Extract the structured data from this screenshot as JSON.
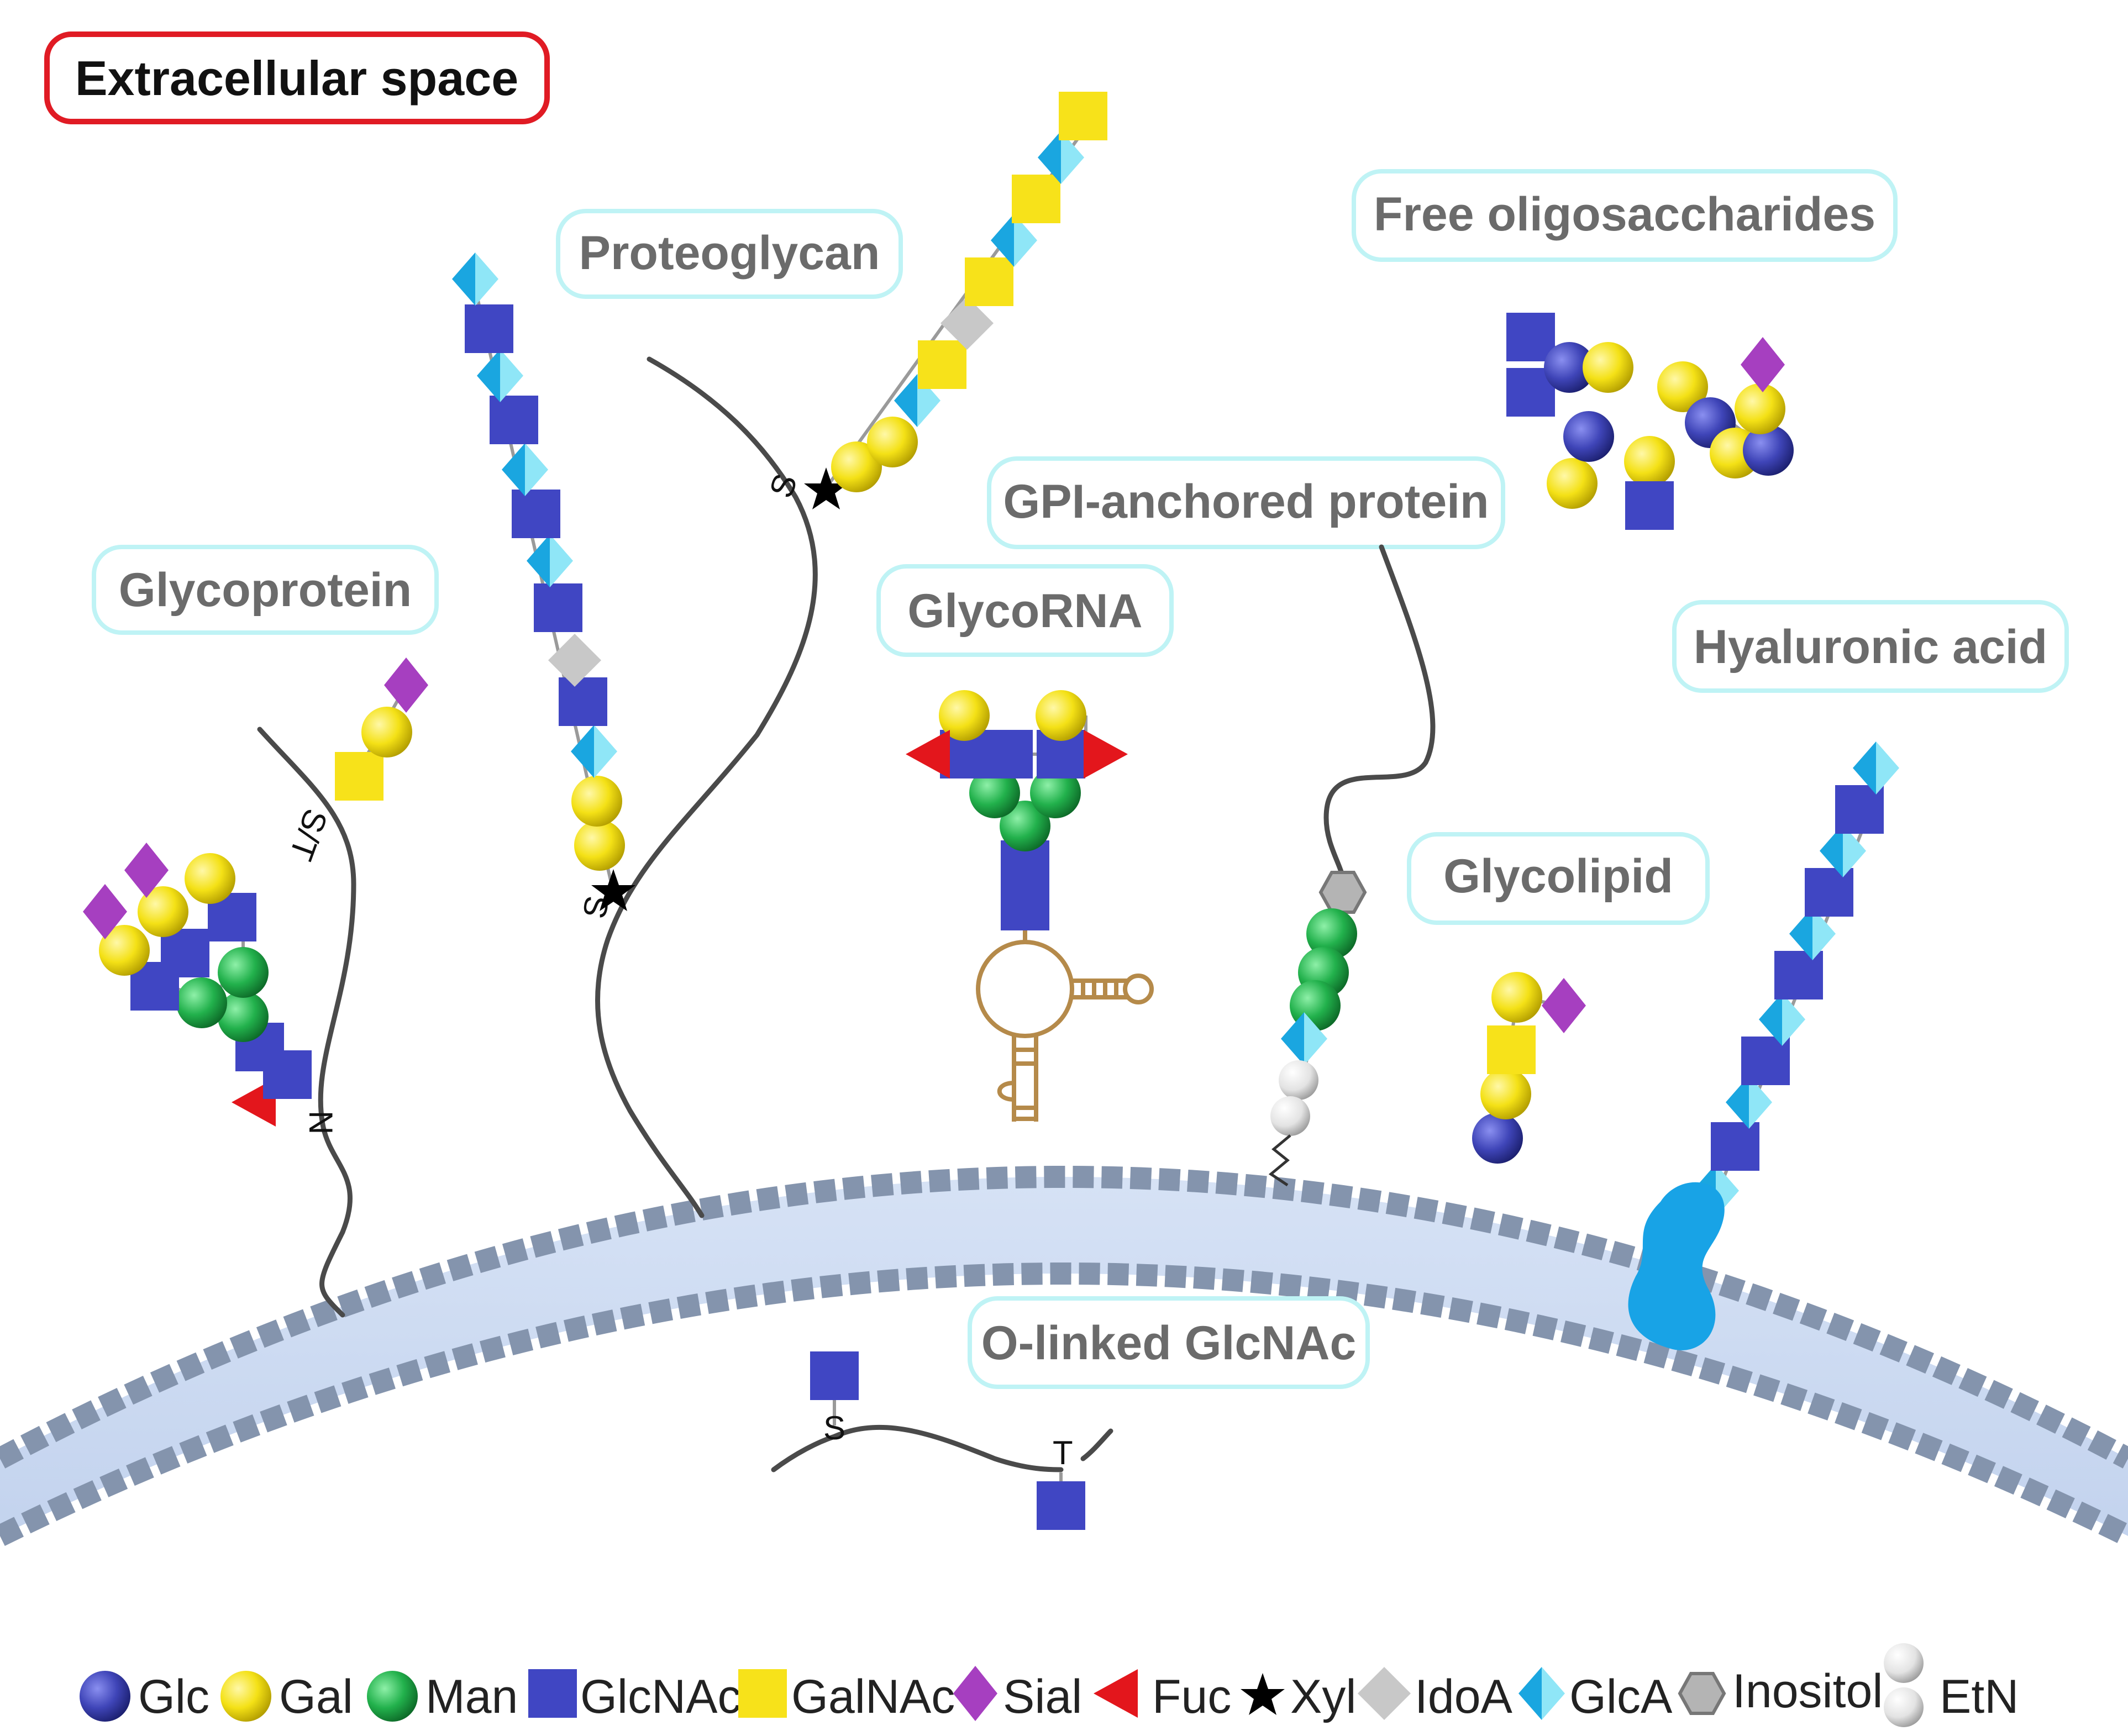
{
  "title": "Extracellular space",
  "labels": {
    "glycoprotein": "Glycoprotein",
    "proteoglycan": "Proteoglycan",
    "free_oligosaccharides": "Free oligosaccharides",
    "gpi_anchored_protein": "GPI-anchored protein",
    "glycorna": "GlycoRNA",
    "hyaluronic_acid": "Hyaluronic acid",
    "glycolipid": "Glycolipid",
    "o_linked_glcnac": "O-linked GlcNAc"
  },
  "residues": {
    "n": "N",
    "s_t": "S/T",
    "s": "S",
    "t": "T"
  },
  "legend": [
    {
      "label": "Glc",
      "icon": "blue-circle-icon",
      "color": "#3f45b8"
    },
    {
      "label": "Gal",
      "icon": "yellow-circle-icon",
      "color": "#f4e116"
    },
    {
      "label": "Man",
      "icon": "green-circle-icon",
      "color": "#22b14c"
    },
    {
      "label": "GlcNAc",
      "icon": "blue-square-icon",
      "color": "#4046c3"
    },
    {
      "label": "GalNAc",
      "icon": "yellow-square-icon",
      "color": "#f7e21a"
    },
    {
      "label": "Sial",
      "icon": "purple-diamond-icon",
      "color": "#a63fc0"
    },
    {
      "label": "Fuc",
      "icon": "red-triangle-icon",
      "color": "#e3161c"
    },
    {
      "label": "Xyl",
      "icon": "black-star-icon",
      "color": "#000000"
    },
    {
      "label": "IdoA",
      "icon": "gray-diamond-icon",
      "color": "#c8c8c8"
    },
    {
      "label": "GlcA",
      "icon": "cyan-half-diamond-icon",
      "color": "#1aa6e0"
    },
    {
      "label": "Inositol",
      "icon": "hexagon-icon",
      "color": "#b4b4b4"
    },
    {
      "label": "EtN",
      "icon": "white-sphere-icon",
      "color": "#e6e6e6"
    }
  ]
}
